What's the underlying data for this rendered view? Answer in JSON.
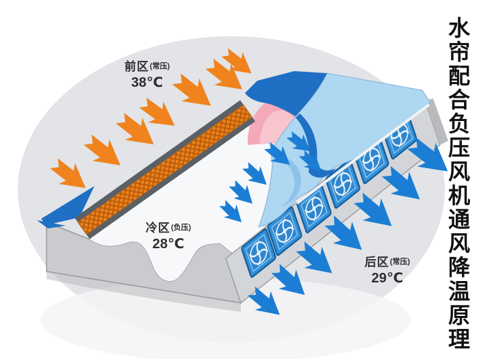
{
  "title": {
    "text": "水帘配合负压风机通风降温原理"
  },
  "zones": {
    "front": {
      "name": "前区",
      "pressure": "(常压)",
      "temp": "38℃"
    },
    "cold": {
      "name": "冷区",
      "pressure": "(负压)",
      "temp": "28℃"
    },
    "rear": {
      "name": "后区",
      "pressure": "(常压)",
      "temp": "29℃"
    }
  },
  "diagram": {
    "fan_count": 6,
    "hot_air_arrow_count": 7,
    "interior_air_arrow_count": 6,
    "exhaust_arrow_count": 7,
    "colors": {
      "hot_air_arrow": "#f0831e",
      "cool_air_arrow": "#1b7ed4",
      "water_curtain_orange": "#ee7f1d",
      "curtain_frame_gray": "#5b5f66",
      "roof_light_blue": "#aed7f2",
      "roof_dark_blue": "#1f6fc4",
      "gable_pink": "#f4a9b8",
      "wall_gray": "#c9cbce",
      "fan_blue": "#3390d8",
      "shadow_ellipse": "#e2e4e7"
    }
  }
}
